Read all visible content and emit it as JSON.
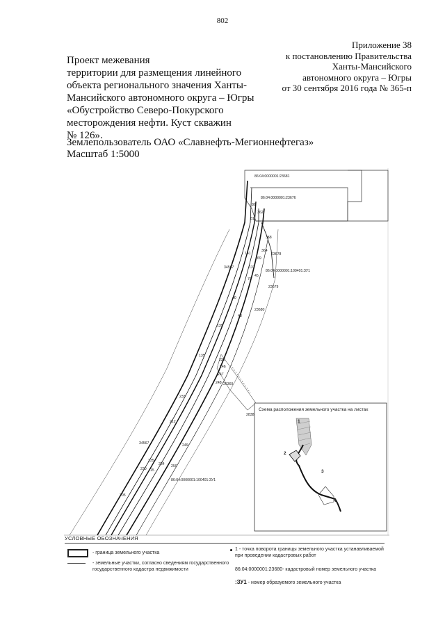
{
  "page_number": "802",
  "appendix": {
    "line1": "Приложение 38",
    "line2": "к постановлению Правительства",
    "line3": "Ханты-Мансийского",
    "line4": "автономного округа – Югры",
    "line5": "от 30 сентября 2016 года № 365-п"
  },
  "title": {
    "line1": "Проект межевания",
    "line2": "территории для размещения линейного",
    "line3": "объекта регионального значения Ханты-",
    "line4": "Мансийского автономного округа – Югры",
    "line5": "«Обустройство Северо-Покурского",
    "line6": "месторождения нефти. Куст скважин",
    "line7": "№ 126»."
  },
  "land_user": "Землепользователь ОАО «Славнефть-Мегионнефтегаз»",
  "scale": "Масштаб 1:5000",
  "map_labels": {
    "cad_23681": "86:04:0000001:23681",
    "cad_23676": "86:04:0000001:23676",
    "p86": "86",
    "p362": "362",
    "p81": "81",
    "p368": "368",
    "p364": "364",
    "c23678": "23678",
    "p69": "69",
    "p141": "141",
    "p132": "132",
    "c34567_top": "34567",
    "p45": "45",
    "p70": "70",
    "cad_1_zu1_top": "86:04:0000001:100401:ЗУ1",
    "c23679": "23679",
    "p40": "40",
    "c23680": "23680",
    "p48": "48",
    "p139": "139",
    "p135": "135",
    "p220": "220",
    "p246": "246",
    "p247": "247",
    "p248": "248",
    "c26369": "26369",
    "p233": "233",
    "c2838": "2838",
    "p212": "212",
    "c34567_bottom": "34567",
    "p249": "249",
    "p235": "235",
    "p234": "234",
    "p250": "250",
    "p230": "230",
    "p15": "15",
    "cad_1_zu1_bottom": "86:04:0000001:100401:ЗУ1",
    "p205": "205"
  },
  "inset": {
    "title": "Схема расположения земельного участка на листах",
    "sheet1": "1",
    "sheet2": "2",
    "sheet3": "3",
    "sheet4": "4"
  },
  "legend": {
    "title": "УСЛОВНЫЕ ОБОЗНАЧЕНИЯ",
    "boundary": "- граница земельного участка",
    "registered": "- земельные участки, согласно сведениям государственного государственного кадастра недвижимости",
    "point_marker": "1",
    "point": "- точка поворота границы земельного участка устанавливаемой при проведении кадастровых работ",
    "cadnum_example": "86:04:0000001:23680",
    "cadnum": "- кадастровый номер земельного участка",
    "zu_example": ":ЗУ1",
    "zu": "- номер образуемого земельного участка"
  }
}
